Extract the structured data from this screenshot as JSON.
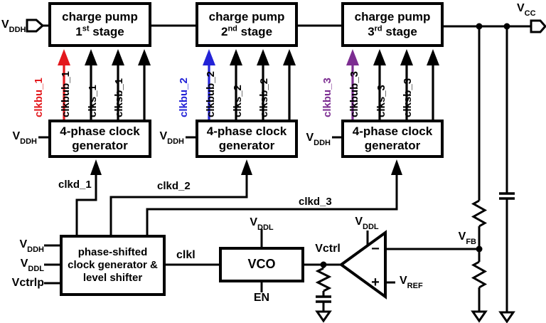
{
  "io": {
    "vddh_in": {
      "base": "V",
      "sub": "DDH"
    },
    "vcc_out": {
      "base": "V",
      "sub": "CC"
    }
  },
  "stages": [
    {
      "pump": {
        "line1": "charge pump",
        "num": "1",
        "ord": "st",
        "rest": " stage"
      },
      "gen": {
        "line1": "4-phase clock",
        "line2": "generator"
      },
      "gen_vddh": {
        "base": "V",
        "sub": "DDH"
      },
      "clkd_label": "clkd_1",
      "clocks": [
        {
          "label": "clkbu_1",
          "color": "#e3181d"
        },
        {
          "label": "clkbub_1",
          "color": "#000000"
        },
        {
          "label": "clks_1",
          "color": "#000000"
        },
        {
          "label": "clksb_1",
          "color": "#000000"
        }
      ]
    },
    {
      "pump": {
        "line1": "charge pump",
        "num": "2",
        "ord": "nd",
        "rest": " stage"
      },
      "gen": {
        "line1": "4-phase clock",
        "line2": "generator"
      },
      "gen_vddh": {
        "base": "V",
        "sub": "DDH"
      },
      "clkd_label": "clkd_2",
      "clocks": [
        {
          "label": "clkbu_2",
          "color": "#2323d7"
        },
        {
          "label": "clkbub_2",
          "color": "#000000"
        },
        {
          "label": "clks_2",
          "color": "#000000"
        },
        {
          "label": "clksb_2",
          "color": "#000000"
        }
      ]
    },
    {
      "pump": {
        "line1": "charge pump",
        "num": "3",
        "ord": "rd",
        "rest": " stage"
      },
      "gen": {
        "line1": "4-phase clock",
        "line2": "generator"
      },
      "gen_vddh": {
        "base": "V",
        "sub": "DDH"
      },
      "clkd_label": "clkd_3",
      "clocks": [
        {
          "label": "clkbu_3",
          "color": "#7c2d91"
        },
        {
          "label": "clkbub_3",
          "color": "#000000"
        },
        {
          "label": "clks_3",
          "color": "#000000"
        },
        {
          "label": "clksb_3",
          "color": "#000000"
        }
      ]
    }
  ],
  "bottom": {
    "phase_block": {
      "line1": "phase-shifted",
      "line2": "clock generator &",
      "line3": "level shifter"
    },
    "inputs": [
      {
        "base": "V",
        "sub": "DDH"
      },
      {
        "base": "V",
        "sub": "DDL"
      },
      {
        "base": "Vctrlp",
        "sub": ""
      }
    ],
    "clkl_label": "clkl",
    "vco": {
      "label": "VCO",
      "supply": {
        "base": "V",
        "sub": "DDL"
      },
      "enable": "EN"
    },
    "vctrl_label": "Vctrl",
    "comparator": {
      "supply": {
        "base": "V",
        "sub": "DDL"
      },
      "minus": "−",
      "plus": "+",
      "vfb": {
        "base": "V",
        "sub": "FB"
      },
      "vref": {
        "base": "V",
        "sub": "REF"
      }
    }
  }
}
